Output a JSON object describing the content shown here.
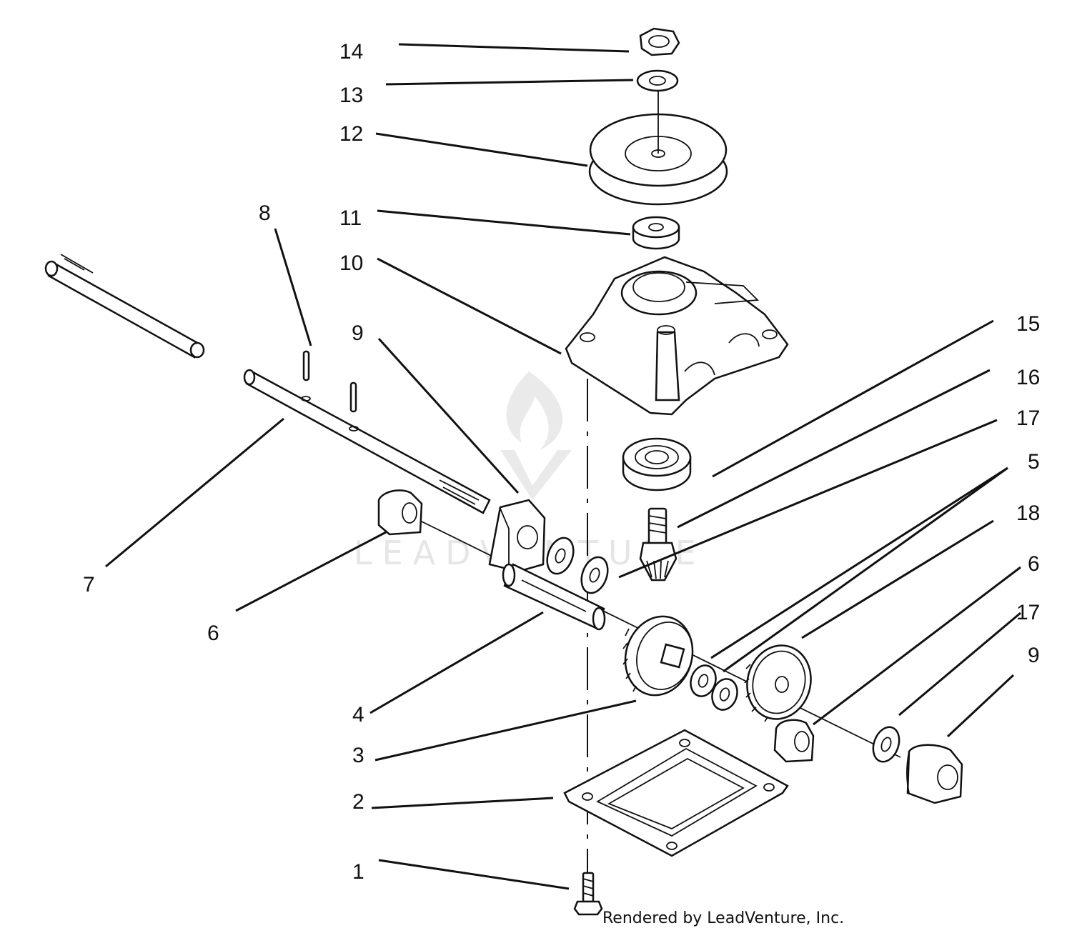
{
  "callouts": {
    "p1": "1",
    "p2": "2",
    "p3": "3",
    "p4": "4",
    "p5": "5",
    "p6a": "6",
    "p6b": "6",
    "p7": "7",
    "p8": "8",
    "p9a": "9",
    "p9b": "9",
    "p10": "10",
    "p11": "11",
    "p12": "12",
    "p13": "13",
    "p14": "14",
    "p15": "15",
    "p16": "16",
    "p17a": "17",
    "p17b": "17",
    "p18": "18"
  },
  "watermark": {
    "wordmark": "LEADVENTURE"
  },
  "footer": {
    "credit": "Rendered by LeadVenture, Inc."
  },
  "colors": {
    "ink": "#111111",
    "background": "#ffffff",
    "watermark": "#d9d9d9"
  }
}
